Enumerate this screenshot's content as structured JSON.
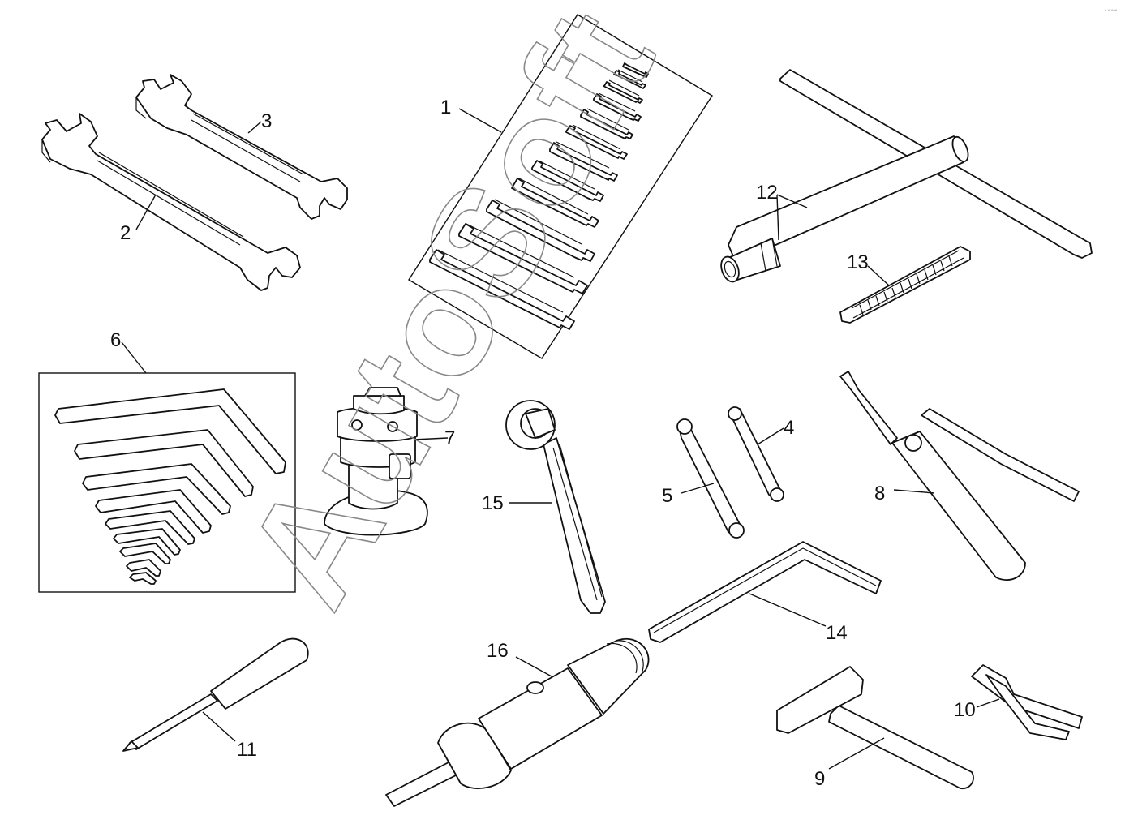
{
  "watermark": "AutoSoft",
  "corner_mark": "° ° °°°",
  "callouts": [
    "1",
    "2",
    "3",
    "4",
    "5",
    "6",
    "7",
    "8",
    "9",
    "10",
    "11",
    "12",
    "13",
    "14",
    "15",
    "16"
  ]
}
